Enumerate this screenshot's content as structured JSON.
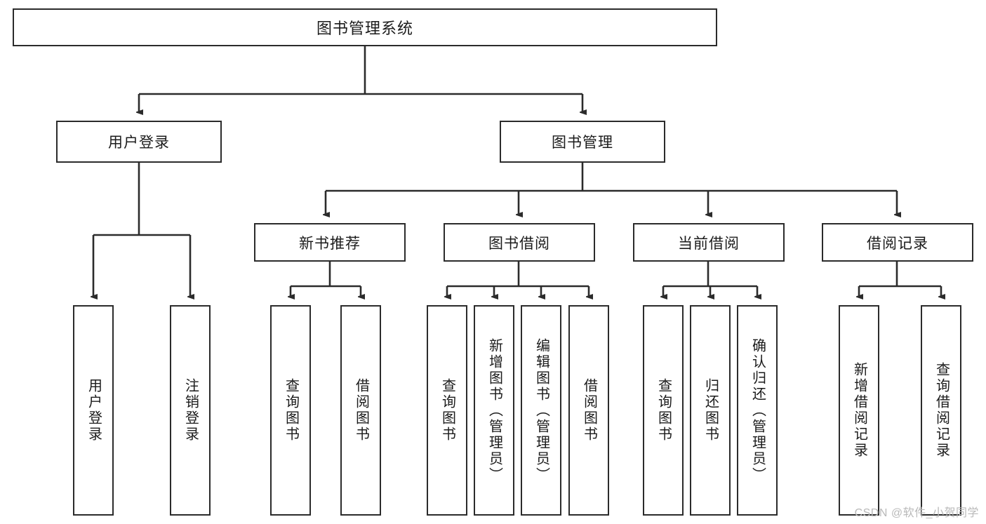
{
  "diagram": {
    "title": "图书管理系统",
    "type": "tree",
    "watermark": "CSDN @软件_小贺同学",
    "colors": {
      "border": "#2b2b2b",
      "background": "#ffffff",
      "text": "#1b1b1b",
      "connector": "#2b2b2b",
      "watermark": "#b9b9b9"
    },
    "nodes": {
      "root": {
        "label": "图书管理系统",
        "level": 1
      },
      "level2": [
        {
          "label": "用户登录",
          "level": 2
        },
        {
          "label": "图书管理",
          "level": 2
        }
      ],
      "level3": [
        {
          "label": "新书推荐",
          "level": 3
        },
        {
          "label": "图书借阅",
          "level": 3
        },
        {
          "label": "当前借阅",
          "level": 3
        },
        {
          "label": "借阅记录",
          "level": 3
        }
      ],
      "leaves": [
        {
          "label": "用户登录",
          "parent": "用户登录"
        },
        {
          "label": "注销登录",
          "parent": "用户登录"
        },
        {
          "label": "查询图书",
          "parent": "新书推荐"
        },
        {
          "label": "借阅图书",
          "parent": "新书推荐"
        },
        {
          "label": "查询图书",
          "parent": "图书借阅"
        },
        {
          "label": "新增图书（管理员）",
          "parent": "图书借阅"
        },
        {
          "label": "编辑图书（管理员）",
          "parent": "图书借阅"
        },
        {
          "label": "借阅图书",
          "parent": "图书借阅"
        },
        {
          "label": "查询图书",
          "parent": "当前借阅"
        },
        {
          "label": "归还图书",
          "parent": "当前借阅"
        },
        {
          "label": "确认归还（管理员）",
          "parent": "当前借阅"
        },
        {
          "label": "新增借阅记录",
          "parent": "借阅记录"
        },
        {
          "label": "查询借阅记录",
          "parent": "借阅记录"
        }
      ]
    }
  }
}
